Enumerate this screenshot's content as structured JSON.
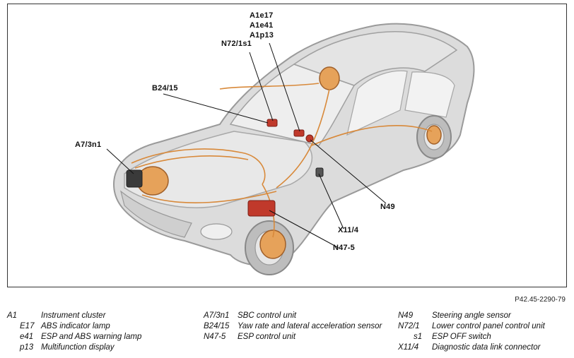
{
  "callouts": {
    "a1e17": "A1e17",
    "a1e41": "A1e41",
    "a1p13": "A1p13",
    "n72_1s1": "N72/1s1",
    "b24_15": "B24/15",
    "a7_3n1": "A7/3n1",
    "n49": "N49",
    "x11_4": "X11/4",
    "n47_5": "N47-5"
  },
  "figure_code": "P42.45-2290-79",
  "legend": {
    "col1": [
      {
        "code": "A1",
        "desc": "Instrument cluster"
      },
      {
        "code": "E17",
        "desc": "ABS indicator lamp"
      },
      {
        "code": "e41",
        "desc": "ESP and ABS warning lamp"
      },
      {
        "code": "p13",
        "desc": "Multifunction display"
      }
    ],
    "col2": [
      {
        "code": "A7/3n1",
        "desc": "SBC control unit"
      },
      {
        "code": "B24/15",
        "desc": "Yaw rate and lateral acceleration sensor"
      },
      {
        "code": "N47-5",
        "desc": "ESP control unit"
      }
    ],
    "col3": [
      {
        "code": "N49",
        "desc": "Steering angle sensor"
      },
      {
        "code": "N72/1",
        "desc": "Lower control panel control unit"
      },
      {
        "code": "s1",
        "desc": "ESP OFF switch"
      },
      {
        "code": "X11/4",
        "desc": "Diagnostic data link connector"
      }
    ]
  },
  "colors": {
    "car_body": "#d9d9d9",
    "car_outline": "#9a9a9a",
    "brake_lines": "#d8893a",
    "components": "#c0392b"
  }
}
